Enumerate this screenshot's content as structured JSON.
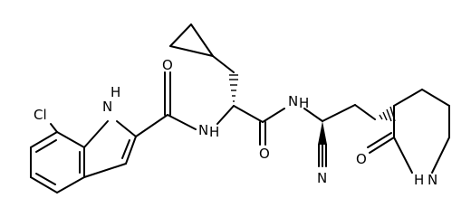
{
  "atoms": {
    "cl": "Cl",
    "indole_nh": "H",
    "indole_n": "N",
    "amide1_o": "O",
    "amide1_nh": "H",
    "amide1_n": "N",
    "amide2_o": "O",
    "amide2_nh": "H",
    "amide2_n": "N",
    "nitrile_n": "N",
    "lactam_o": "O",
    "lactam_nh": "H",
    "lactam_n": "N"
  }
}
